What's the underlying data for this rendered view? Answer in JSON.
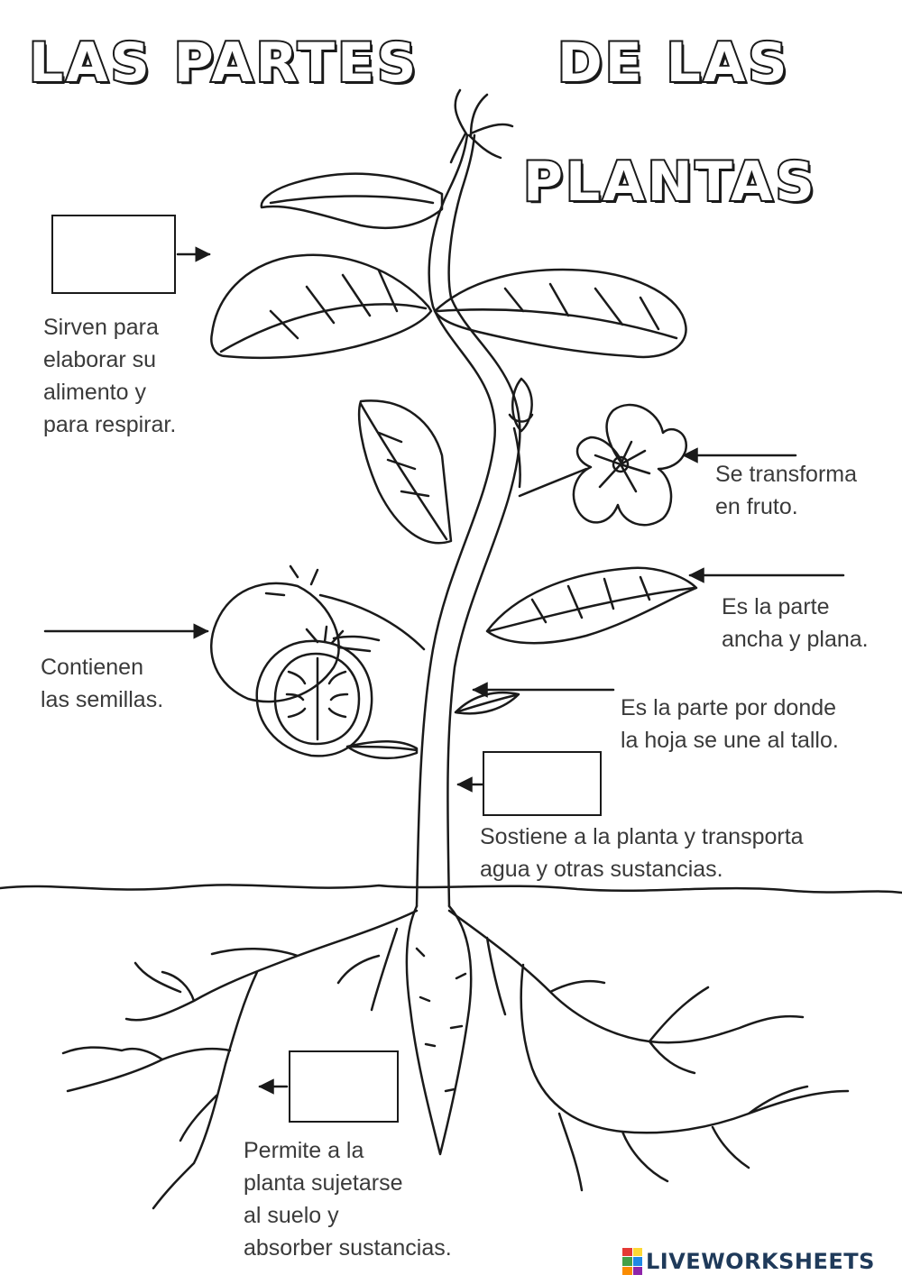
{
  "title": {
    "line1_part1": "LAS PARTES",
    "line1_part2": "DE LAS",
    "line2": "PLANTAS"
  },
  "labels": {
    "hojas": [
      "Sirven para",
      "elaborar su",
      "alimento y",
      "para respirar."
    ],
    "flor": [
      "Se transforma",
      "en fruto."
    ],
    "limbo": [
      "Es la parte",
      "ancha y plana."
    ],
    "fruto": [
      "Contienen",
      "las semillas."
    ],
    "peciolo": [
      "Es la parte por donde",
      "la hoja se une al tallo."
    ],
    "tallo": [
      "Sostiene a la planta y transporta",
      "agua y otras sustancias."
    ],
    "raiz": [
      "Permite a la",
      "planta sujetarse",
      "al suelo y",
      "absorber sustancias."
    ]
  },
  "brand": {
    "name": "LIVEWORKSHEETS",
    "colors": [
      "#e53935",
      "#fdd835",
      "#43a047",
      "#1e88e5",
      "#fb8c00",
      "#8e24aa"
    ]
  },
  "colors": {
    "ink": "#1a1a1a",
    "text": "#3a3a3a"
  }
}
